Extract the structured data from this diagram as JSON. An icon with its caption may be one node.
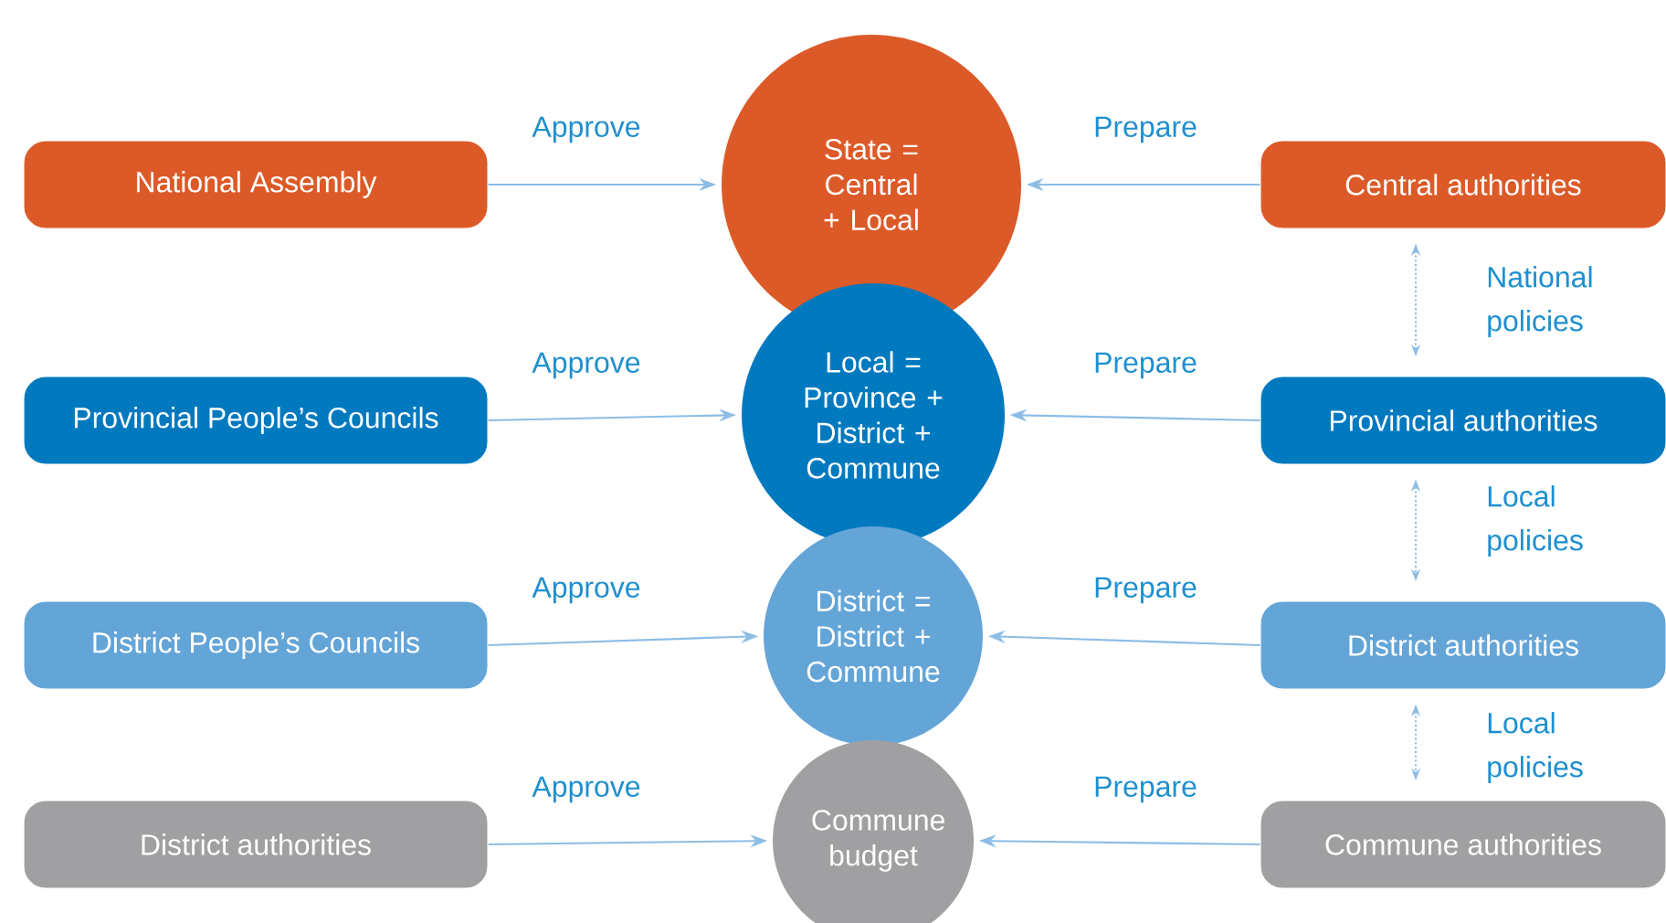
{
  "diagram": {
    "nodes": [
      {
        "text": [
          "National Assembly"
        ]
      },
      {
        "text": [
          "State = Central + Local"
        ]
      },
      {
        "text": [
          "Central authorities"
        ]
      },
      {
        "text": [
          "Provincial People’s Councils"
        ]
      },
      {
        "text": [
          "Local = Province + District + Commune"
        ]
      },
      {
        "text": [
          "Provincial authorities"
        ]
      },
      {
        "text": [
          "District People’s Councils"
        ]
      },
      {
        "text": [
          "District = District + Commune"
        ]
      },
      {
        "text": [
          "District authorities"
        ]
      },
      {
        "text": [
          "District authorities"
        ]
      },
      {
        "text": [
          "Commune budget"
        ]
      },
      {
        "text": [
          "Commune authorities"
        ]
      }
    ],
    "edges": [
      {
        "from": 0,
        "to": 1,
        "arrow": "to",
        "label": "Approve"
      },
      {
        "from": 2,
        "to": 1,
        "arrow": "to",
        "label": "Prepare"
      },
      {
        "from": 3,
        "to": 4,
        "arrow": "to",
        "label": "Approve"
      },
      {
        "from": 5,
        "to": 4,
        "arrow": "to",
        "label": "Prepare"
      },
      {
        "from": 6,
        "to": 7,
        "arrow": "to",
        "label": "Approve"
      },
      {
        "from": 8,
        "to": 7,
        "arrow": "to",
        "label": "Prepare"
      },
      {
        "from": 9,
        "to": 10,
        "arrow": "to",
        "label": "Approve"
      },
      {
        "from": 11,
        "to": 10,
        "arrow": "to",
        "label": "Prepare"
      },
      {
        "from": 2,
        "to": 5,
        "arrow": "both",
        "style": "dashed",
        "label": "National policies"
      },
      {
        "from": 5,
        "to": 8,
        "arrow": "both",
        "style": "dashed",
        "label": "Local policies"
      },
      {
        "from": 8,
        "to": 11,
        "arrow": "both",
        "style": "dashed",
        "label": "Local policies"
      }
    ]
  }
}
